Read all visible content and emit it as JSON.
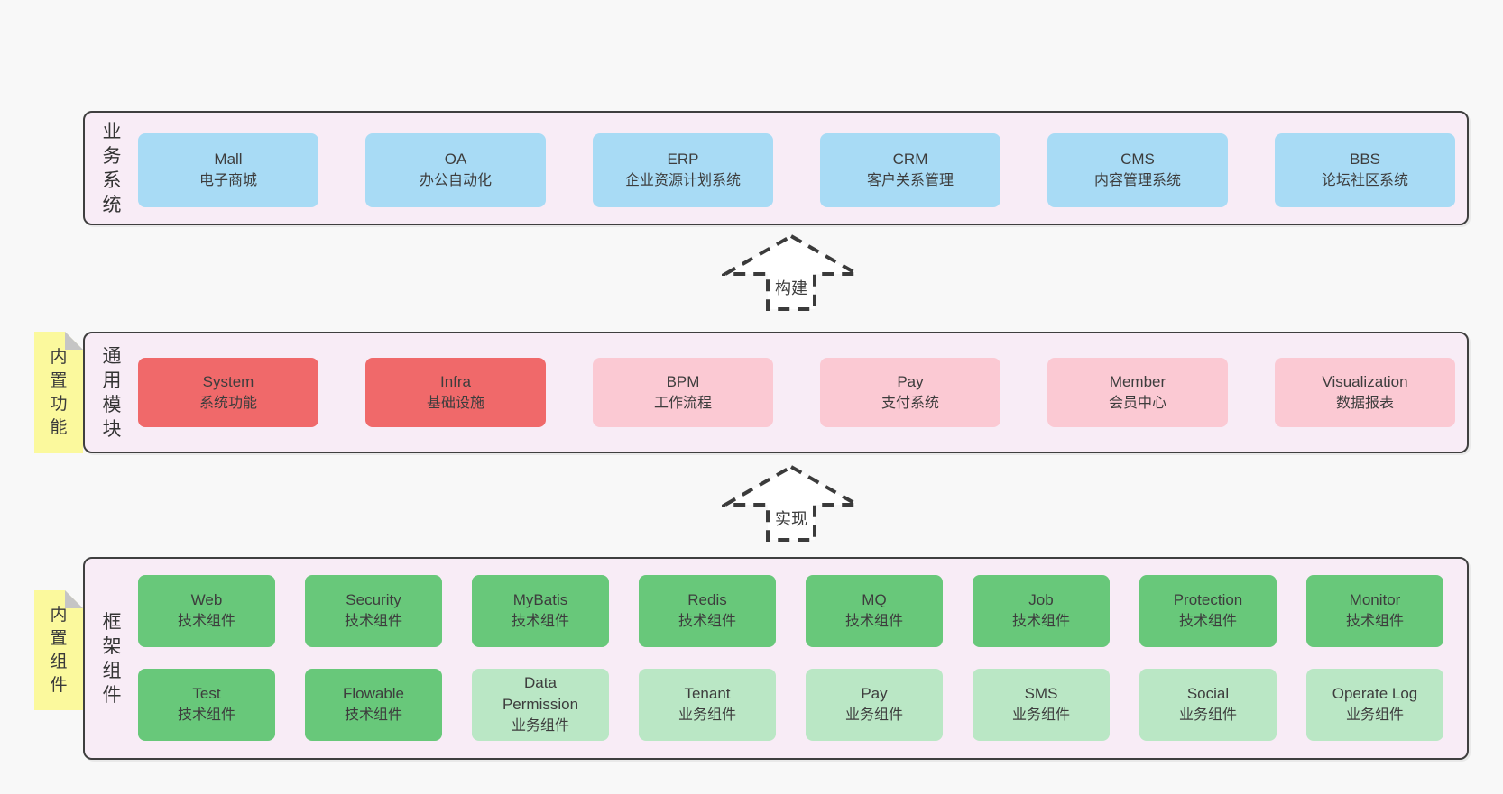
{
  "colors": {
    "page_bg": "#f8f8f8",
    "row_bg": "#f8ecf6",
    "row_border": "#3f3f3f",
    "box_blue": "#a8dbf5",
    "box_red": "#f0696a",
    "box_pink": "#fbc9d3",
    "box_green": "#68c87a",
    "box_light_green": "#bae7c5",
    "sticky_yellow": "#fbf99d",
    "sticky_fold_gray": "#c5c5c5",
    "text": "#3d3d3d"
  },
  "arrows": [
    {
      "label": "构建"
    },
    {
      "label": "实现"
    }
  ],
  "rows": {
    "business": {
      "label": "业务系统",
      "boxes": [
        {
          "name": "Mall",
          "sub": "电子商城"
        },
        {
          "name": "OA",
          "sub": "办公自动化"
        },
        {
          "name": "ERP",
          "sub": "企业资源计划系统"
        },
        {
          "name": "CRM",
          "sub": "客户关系管理"
        },
        {
          "name": "CMS",
          "sub": "内容管理系统"
        },
        {
          "name": "BBS",
          "sub": "论坛社区系统"
        }
      ]
    },
    "modules": {
      "label": "通用模块",
      "tab": "内置功能",
      "boxes": [
        {
          "name": "System",
          "sub": "系统功能"
        },
        {
          "name": "Infra",
          "sub": "基础设施"
        },
        {
          "name": "BPM",
          "sub": "工作流程"
        },
        {
          "name": "Pay",
          "sub": "支付系统"
        },
        {
          "name": "Member",
          "sub": "会员中心"
        },
        {
          "name": "Visualization",
          "sub": "数据报表"
        }
      ]
    },
    "framework": {
      "label": "框架组件",
      "tab": "内置组件",
      "boxes": [
        {
          "name": "Web",
          "sub": "技术组件"
        },
        {
          "name": "Security",
          "sub": "技术组件"
        },
        {
          "name": "MyBatis",
          "sub": "技术组件"
        },
        {
          "name": "Redis",
          "sub": "技术组件"
        },
        {
          "name": "MQ",
          "sub": "技术组件"
        },
        {
          "name": "Job",
          "sub": "技术组件"
        },
        {
          "name": "Protection",
          "sub": "技术组件"
        },
        {
          "name": "Monitor",
          "sub": "技术组件"
        },
        {
          "name": "Test",
          "sub": "技术组件"
        },
        {
          "name": "Flowable",
          "sub": "技术组件"
        },
        {
          "name": "Data\nPermission",
          "sub": "业务组件"
        },
        {
          "name": "Tenant",
          "sub": "业务组件"
        },
        {
          "name": "Pay",
          "sub": "业务组件"
        },
        {
          "name": "SMS",
          "sub": "业务组件"
        },
        {
          "name": "Social",
          "sub": "业务组件"
        },
        {
          "name": "Operate Log",
          "sub": "业务组件"
        }
      ]
    }
  }
}
